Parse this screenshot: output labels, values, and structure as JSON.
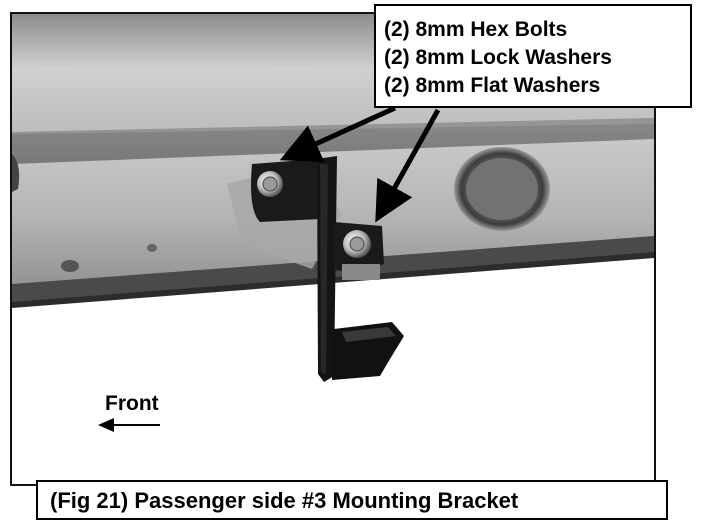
{
  "parts_callout": {
    "lines": [
      "(2) 8mm Hex Bolts",
      "(2) 8mm Lock Washers",
      "(2) 8mm Flat Washers"
    ]
  },
  "direction": {
    "label": "Front"
  },
  "caption": {
    "text": "(Fig 21) Passenger side #3 Mounting Bracket"
  },
  "colors": {
    "frame": "#111111",
    "photo_metal_light": "#bdbdbd",
    "photo_metal_dark": "#5a5a5a",
    "bracket": "#1a1a1a",
    "arrow": "#000000"
  }
}
